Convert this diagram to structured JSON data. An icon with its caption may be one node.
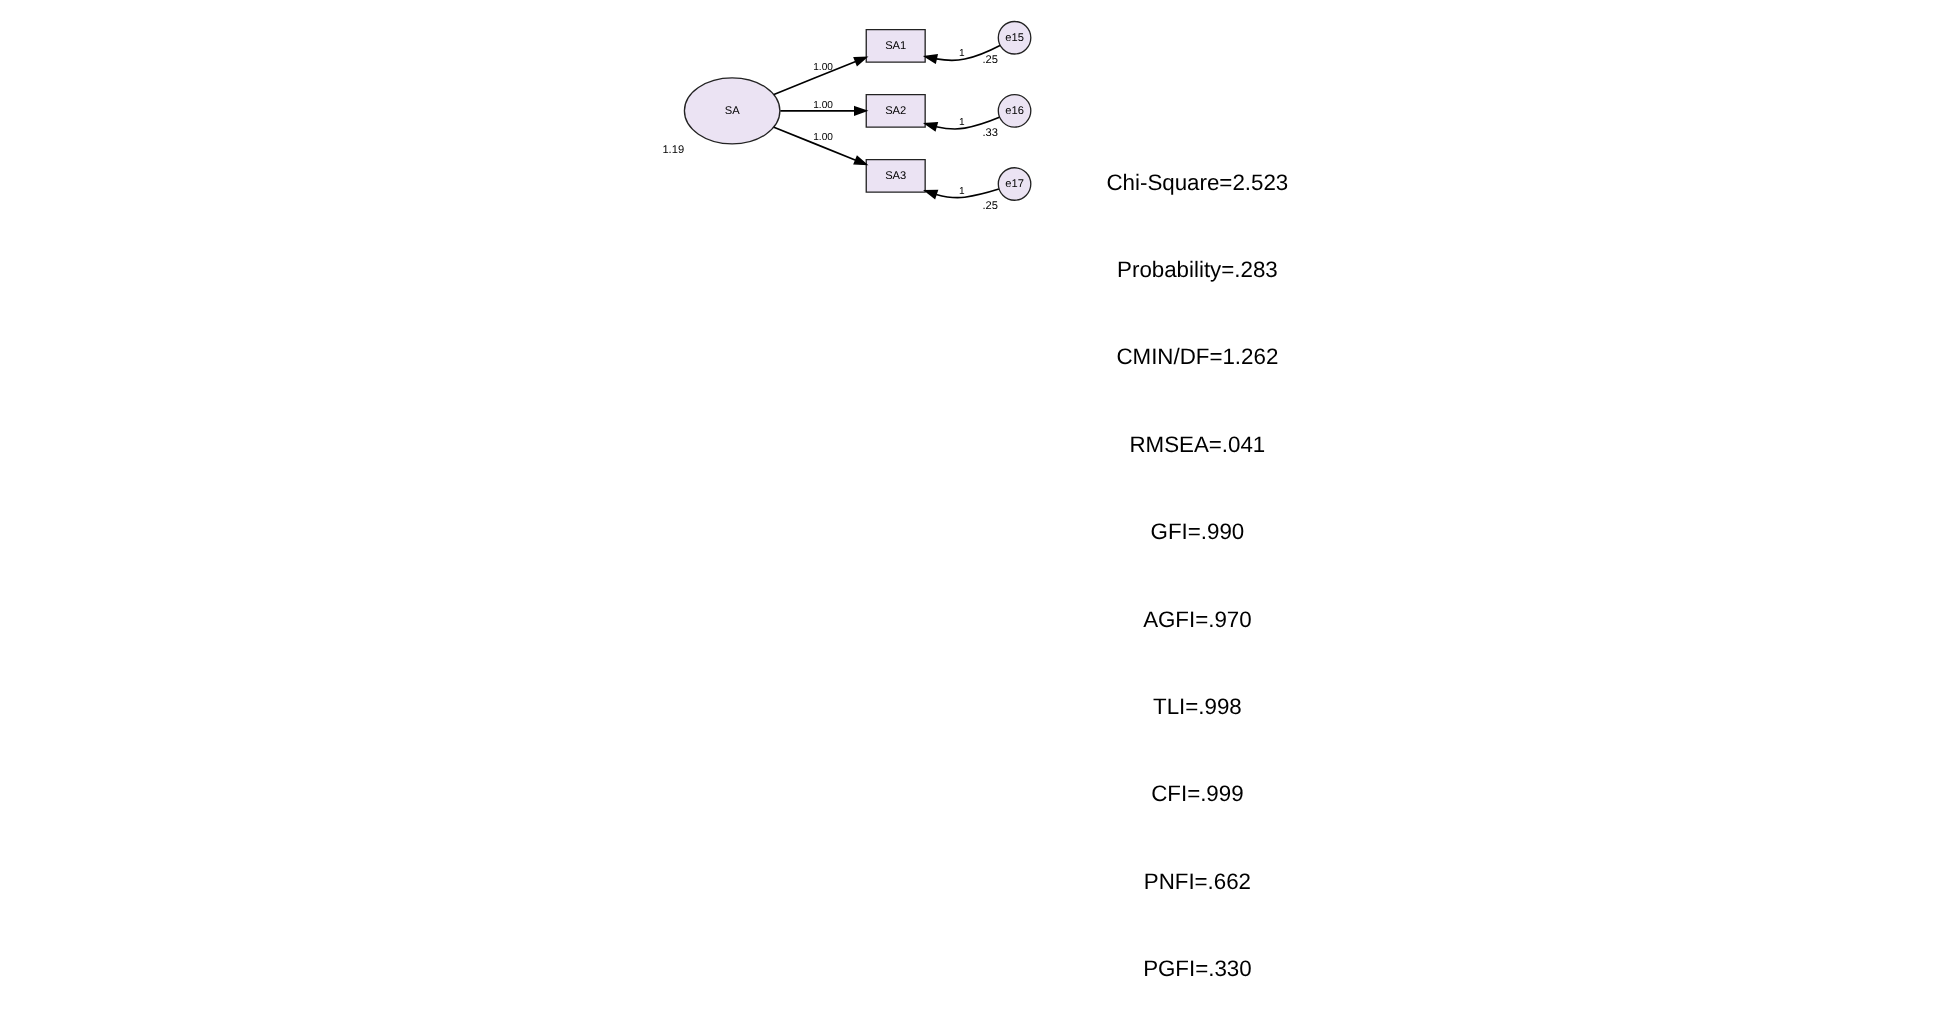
{
  "diagram": {
    "nodes": [
      {
        "text": [
          "SA"
        ],
        "beside": [
          "1.19"
        ]
      },
      {
        "text": [
          "SA1"
        ]
      },
      {
        "text": [
          "SA2"
        ]
      },
      {
        "text": [
          "SA3"
        ]
      },
      {
        "text": [
          "e15"
        ],
        "beside": [
          ".25"
        ]
      },
      {
        "text": [
          "e16"
        ],
        "beside": [
          ".33"
        ]
      },
      {
        "text": [
          "e17"
        ],
        "beside": [
          ".25"
        ]
      }
    ],
    "edges": [
      {
        "from": 0,
        "to": 1,
        "arrow": "to",
        "label": "1.00"
      },
      {
        "from": 0,
        "to": 2,
        "arrow": "to",
        "label": "1.00"
      },
      {
        "from": 0,
        "to": 3,
        "arrow": "to",
        "label": "1.00"
      },
      {
        "from": 4,
        "to": 1,
        "arrow": "to",
        "label": "1"
      },
      {
        "from": 5,
        "to": 2,
        "arrow": "to",
        "label": "1"
      },
      {
        "from": 6,
        "to": 3,
        "arrow": "to",
        "label": "1"
      }
    ],
    "labels": [
      "Chi-Square=2.523",
      "Probability=.283",
      "CMIN/DF=1.262",
      "RMSEA=.041",
      "GFI=.990",
      "AGFI=.970",
      "TLI=.998",
      "CFI=.999",
      "PNFI=.662",
      "PGFI=.330"
    ]
  }
}
